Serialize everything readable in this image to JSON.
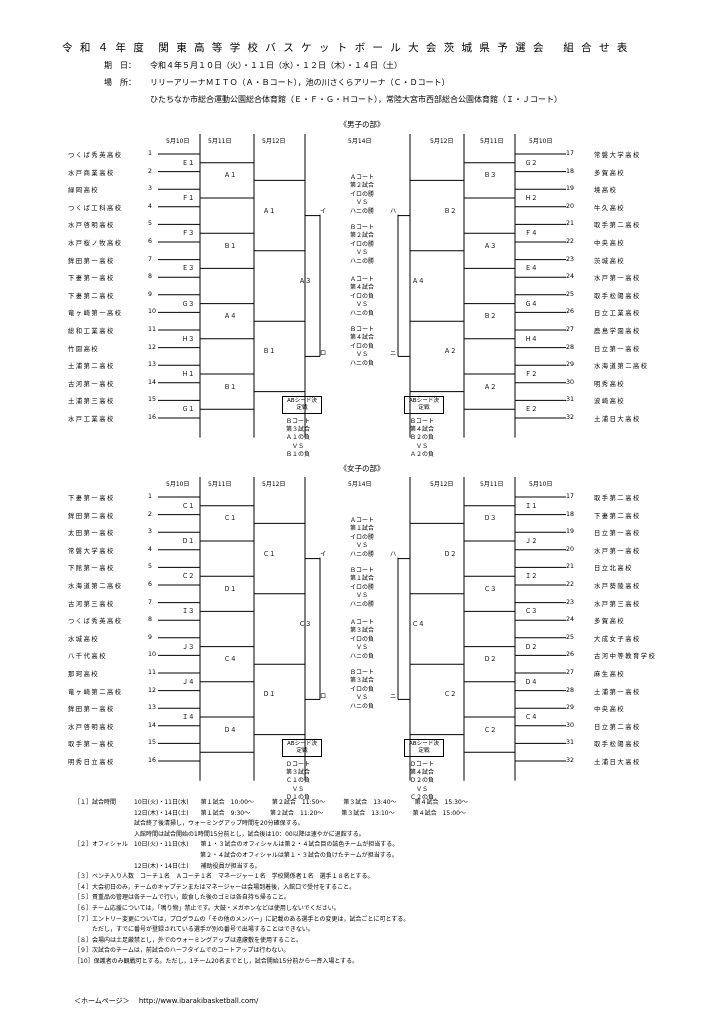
{
  "header": {
    "title": "令 和 ４ 年 度　関 東 高 等 学 校 バ ス ケ ッ ト ボ ー ル 大 会 茨 城 県 予 選 会　 組 合 せ 表",
    "period_label": "期　日：",
    "period_value": "令和４年５月１０日（火）・１１日（水）・１２日（木）・１４日（土）",
    "venue_label": "場　所：",
    "venue_line1": "リリーアリーナＭＩＴＯ（Ａ・Ｂコート），池の川さくらアリーナ（Ｃ・Ｄコート）",
    "venue_line2": "ひたちなか市総合運動公園総合体育館（Ｅ・Ｆ・Ｇ・Ｈコート），常陸大宮市西部総合公園体育館（Ｉ・Ｊコート）"
  },
  "dates": {
    "d10": "5月10日",
    "d11": "5月11日",
    "d12": "5月12日",
    "d14": "5月14日"
  },
  "men": {
    "title": "《男子の部》",
    "left_teams": [
      "つくば秀英高校",
      "水戸商業高校",
      "緑岡高校",
      "つくば工科高校",
      "水戸啓明高校",
      "水戸桜ノ牧高校",
      "鉾田第一高校",
      "下妻第一高校",
      "下妻第二高校",
      "竜ヶ崎第一高校",
      "総和工業高校",
      "竹園高校",
      "土浦第二高校",
      "古河第一高校",
      "土浦第三高校",
      "水戸工業高校"
    ],
    "right_teams": [
      "常磐大学高校",
      "多賀高校",
      "境高校",
      "牛久高校",
      "取手第二高校",
      "中央高校",
      "茨城高校",
      "水戸第一高校",
      "取手松陽高校",
      "日立工業高校",
      "鹿島学園高校",
      "日立第一高校",
      "水海道第二高校",
      "明秀高校",
      "波崎高校",
      "土浦日大高校"
    ],
    "left_r1": [
      "Ｅ１",
      "Ｆ１",
      "Ｆ３",
      "Ｅ３",
      "Ｇ３",
      "Ｈ３",
      "Ｈ１",
      "Ｇ１"
    ],
    "left_r2": [
      "Ａ１",
      "Ｂ１",
      "Ａ４",
      "Ｂ１"
    ],
    "left_r3": [
      "Ａ１",
      "Ｂ１"
    ],
    "left_r4": "Ａ３",
    "right_r1": [
      "Ｇ２",
      "Ｈ２",
      "Ｆ４",
      "Ｅ４",
      "Ｇ４",
      "Ｈ４",
      "Ｆ２",
      "Ｅ２"
    ],
    "right_r2": [
      "Ｂ３",
      "Ａ３",
      "Ｂ２",
      "Ａ２"
    ],
    "right_r3": [
      "Ｂ２",
      "Ａ２"
    ],
    "right_r4": "Ａ４",
    "marks": {
      "i": "イ",
      "ro": "ロ",
      "ha": "ハ",
      "ni": "ニ"
    },
    "center": [
      [
        "Ａコート",
        "第２試合",
        "イロの勝",
        "ＶＳ",
        "ハニの勝"
      ],
      [
        "Ｂコート",
        "第２試合",
        "イロの勝",
        "ＶＳ",
        "ハニの勝"
      ],
      [
        "Ａコート",
        "第４試合",
        "イロの負",
        "ＶＳ",
        "ハニの負"
      ],
      [
        "Ｂコート",
        "第４試合",
        "イロの負",
        "ＶＳ",
        "ハニの負"
      ]
    ],
    "seed_label": "ABシード決定戦",
    "seed_left": [
      "Ｂコート",
      "第３試合",
      "Ａ１の負",
      "ＶＳ",
      "Ｂ１の負"
    ],
    "seed_right": [
      "Ｂコート",
      "第４試合",
      "Ｂ２の負",
      "ＶＳ",
      "Ａ２の負"
    ]
  },
  "women": {
    "title": "《女子の部》",
    "left_teams": [
      "下妻第一高校",
      "鉾田第二高校",
      "太田第一高校",
      "常磐大学高校",
      "下館第一高校",
      "水海道第二高校",
      "古河第三高校",
      "つくば秀英高校",
      "水城高校",
      "八千代高校",
      "那珂高校",
      "竜ヶ崎第二高校",
      "鉾田第一高校",
      "水戸啓明高校",
      "取手第一高校",
      "明秀日立高校"
    ],
    "right_teams": [
      "取手第二高校",
      "下妻第二高校",
      "日立第一高校",
      "水戸第一高校",
      "日立北高校",
      "水戸葵陵高校",
      "水戸第三高校",
      "多賀高校",
      "大成女子高校",
      "古河中等教育学校",
      "麻生高校",
      "土浦第一高校",
      "中央高校",
      "日立第二高校",
      "取手松陽高校",
      "土浦日大高校"
    ],
    "left_r1": [
      "Ｃ１",
      "Ｄ１",
      "Ｃ２",
      "Ｉ３",
      "Ｊ３",
      "Ｊ４",
      "Ｉ４"
    ],
    "left_r2": [
      "Ｃ１",
      "Ｄ１",
      "Ｃ４",
      "Ｄ４"
    ],
    "left_r3": [
      "Ｃ１",
      "Ｄ１"
    ],
    "left_r4": "Ｃ３",
    "right_r1": [
      "Ｉ１",
      "Ｊ２",
      "Ｉ２",
      "Ｃ３",
      "Ｄ２",
      "Ｄ４",
      "Ｃ４"
    ],
    "right_r2": [
      "Ｄ３",
      "Ｃ３",
      "Ｄ２",
      "Ｃ２"
    ],
    "right_r3": [
      "Ｄ２",
      "Ｃ２"
    ],
    "right_r4": "Ｃ４",
    "center": [
      [
        "Ａコート",
        "第１試合",
        "イロの勝",
        "ＶＳ",
        "ハニの勝"
      ],
      [
        "Ｂコート",
        "第１試合",
        "イロの勝",
        "ＶＳ",
        "ハニの勝"
      ],
      [
        "Ａコート",
        "第３試合",
        "イロの負",
        "ＶＳ",
        "ハニの負"
      ],
      [
        "Ｂコート",
        "第３試合",
        "イロの負",
        "ＶＳ",
        "ハニの負"
      ]
    ],
    "seed_label": "ABシード決定戦",
    "seed_left": [
      "Ｄコート",
      "第３試合",
      "Ｃ１の負",
      "ＶＳ",
      "Ｄ１の負"
    ],
    "seed_right": [
      "Ｄコート",
      "第４試合",
      "Ｄ２の負",
      "ＶＳ",
      "Ｃ２の負"
    ]
  },
  "notes": [
    "［１］試合時間　　　10日(火)・11日(水)　　第１試合　10:00～　　　第２試合　11:50～　　　第３試合　13:40～　　　第４試合　15:30～",
    "　　　　　　　　　　12日(木)・14日(土)　　第１試合　9:30～　　　 第２試合　11:20～　　　第３試合　13:10～　　　第４試合　15:00～",
    "　　　　　　　　　　試合終了後清掃し，ウォーミングアップ時間を20分確保する。",
    "　　　　　　　　　　入館時間は試合開始の1時間15分前とし，試合後は10：00以降は速やかに退館する。",
    "［２］オフィシャル　10日(火)・11日(水)　　第１・３試合のオフィシャルは第２・４試合目の該色チームが担当する。",
    "　　　　　　　　　　　　　　　　　　　　　第２・４試合のオフィシャルは第１・３試合の負けたチームが担当する。",
    "　　　　　　　　　　12日(木)・14日(土)　　補助役員が担当する。",
    "［３］ベンチ入り人数　コーチ１名　Ａコーチ１名　マネージャー１名　学校関係者１名　選手１８名とする。",
    "［４］大会初日のみ，チームのキャプテンまたはマネージャーは会場到着後，入館口で受付をすること。",
    "［５］貴重品の管理は各チームで行い，飲食した後のゴミは各自持ち帰ること。",
    "［６］チーム応援については，「鳴り物」禁止です。大鼓・メガホンなどは使用しないでください。",
    "［７］エントリー変更については，プログラムの「その他のメンバー」に記載のある選手との変更は，試合ごとに可とする。",
    "　　　ただし，すでに番号が登録されている選手が別の番号で出場することはできない。",
    "［８］会場内は土足厳禁とし，外でのウォーミングアップは遠慮敷を使用すること。",
    "［９］次試合のチームは，前試合のハーフタイムでのコートアップは行わない。",
    "［10］保護者のみ観戦可とする。ただし，1チーム20名までとし，試合開始15分前から一斉入場とする。"
  ],
  "homepage": "＜ホームページ＞　 http://www.ibarakibasketball.com/"
}
